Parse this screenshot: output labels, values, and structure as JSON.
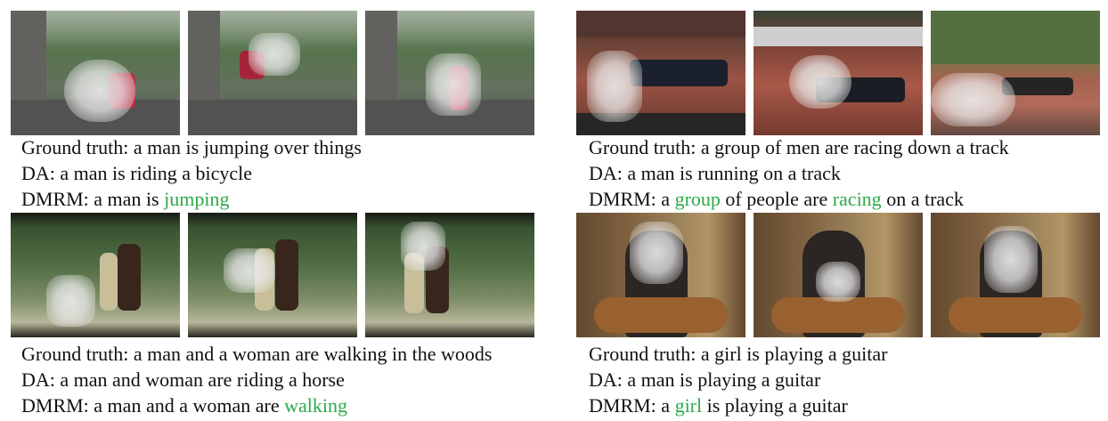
{
  "panels": [
    {
      "ground_truth": "Ground truth: a man is jumping over things",
      "da": "DA: a man is riding a bicycle",
      "dmrm_parts": [
        {
          "text": "DMRM: a man is ",
          "highlight": false
        },
        {
          "text": "jumping",
          "highlight": true
        }
      ]
    },
    {
      "ground_truth": "Ground truth: a group of men are racing down a track",
      "da": "DA: a man is running on a track",
      "dmrm_parts": [
        {
          "text": "DMRM: a ",
          "highlight": false
        },
        {
          "text": "group",
          "highlight": true
        },
        {
          "text": " of people are ",
          "highlight": false
        },
        {
          "text": "racing",
          "highlight": true
        },
        {
          "text": " on a track",
          "highlight": false
        }
      ]
    },
    {
      "ground_truth": "Ground truth: a man and a woman are walking in the woods",
      "da": "DA: a man and woman are riding a horse",
      "dmrm_parts": [
        {
          "text": "DMRM: a man and a woman are ",
          "highlight": false
        },
        {
          "text": "walking",
          "highlight": true
        }
      ]
    },
    {
      "ground_truth": "Ground truth: a girl is playing a guitar",
      "da": "DA: a man is playing a guitar",
      "dmrm_parts": [
        {
          "text": "DMRM: a ",
          "highlight": false
        },
        {
          "text": "girl",
          "highlight": true
        },
        {
          "text": " is playing a guitar",
          "highlight": false
        }
      ]
    }
  ],
  "colors": {
    "highlight": "#2eaa4a",
    "text": "#111111"
  }
}
